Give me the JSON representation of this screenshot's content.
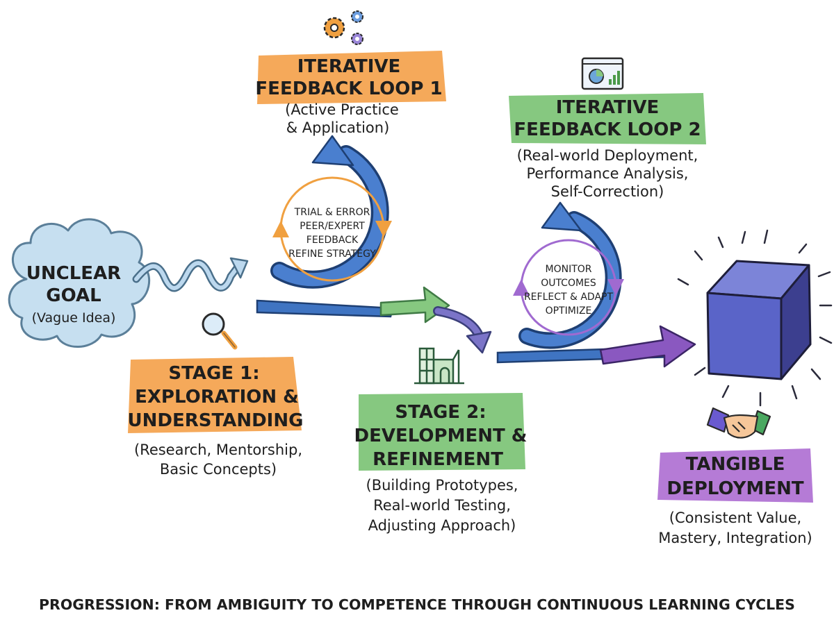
{
  "colors": {
    "orange": "#f5a95a",
    "green": "#86c880",
    "purple": "#b57bd6",
    "blue_loop": "#3f74c2",
    "cloud": "#c6dff0",
    "cube": "#5a64c8"
  },
  "icons": [
    "gears-icon",
    "dashboard-icon",
    "magnifier-icon",
    "building-icon",
    "handshake-icon",
    "cube-icon"
  ],
  "start": {
    "title_line1": "UNCLEAR",
    "title_line2": "GOAL",
    "subtitle": "(Vague Idea)"
  },
  "loop1": {
    "title_line1": "ITERATIVE",
    "title_line2": "FEEDBACK LOOP 1",
    "sub_line1": "(Active Practice",
    "sub_line2": "& Application)",
    "inner": [
      "TRIAL & ERROR",
      "PEER/EXPERT",
      "FEEDBACK",
      "REFINE STRATEGY"
    ]
  },
  "loop2": {
    "title_line1": "ITERATIVE",
    "title_line2": "FEEDBACK LOOP 2",
    "sub_line1": "(Real-world Deployment,",
    "sub_line2": "Performance Analysis,",
    "sub_line3": "Self-Correction)",
    "inner": [
      "MONITOR",
      "OUTCOMES",
      "REFLECT & ADAPT",
      "OPTIMIZE"
    ]
  },
  "stage1": {
    "title_line1": "STAGE 1:",
    "title_line2": "EXPLORATION &",
    "title_line3": "UNDERSTANDING",
    "sub_line1": "(Research, Mentorship,",
    "sub_line2": "Basic Concepts)"
  },
  "stage2": {
    "title_line1": "STAGE 2:",
    "title_line2": "DEVELOPMENT &",
    "title_line3": "REFINEMENT",
    "sub_line1": "(Building Prototypes,",
    "sub_line2": "Real-world Testing,",
    "sub_line3": "Adjusting Approach)"
  },
  "final": {
    "title_line1": "TANGIBLE",
    "title_line2": "DEPLOYMENT",
    "sub_line1": "(Consistent Value,",
    "sub_line2": "Mastery, Integration)"
  },
  "footer": "PROGRESSION: FROM AMBIGUITY TO COMPETENCE THROUGH CONTINUOUS LEARNING CYCLES"
}
